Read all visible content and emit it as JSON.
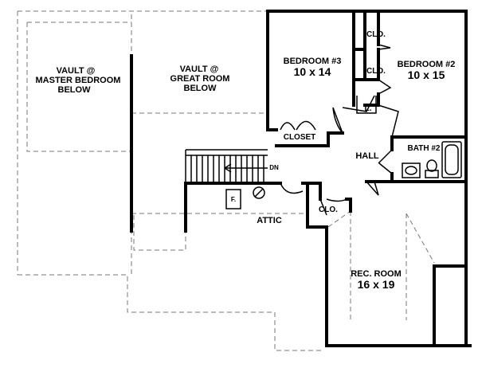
{
  "labels": {
    "vault_master_1": "VAULT @",
    "vault_master_2": "MASTER BEDROOM",
    "vault_master_3": "BELOW",
    "vault_great_1": "VAULT @",
    "vault_great_2": "GREAT ROOM",
    "vault_great_3": "BELOW",
    "bedroom3_name": "BEDROOM #3",
    "bedroom3_size": "10 x 14",
    "bedroom2_name": "BEDROOM #2",
    "bedroom2_size": "10 x 15",
    "clo_top": "CLO.",
    "clo_mid": "CLO.",
    "linen": "L.",
    "closet": "CLOSET",
    "hall": "HALL",
    "bath": "BATH #2",
    "dn": "DN",
    "furnace": "F.",
    "attic": "ATTIC",
    "clo_rec": "CLO.",
    "rec_name": "REC. ROOM",
    "rec_size": "16 x 19"
  }
}
